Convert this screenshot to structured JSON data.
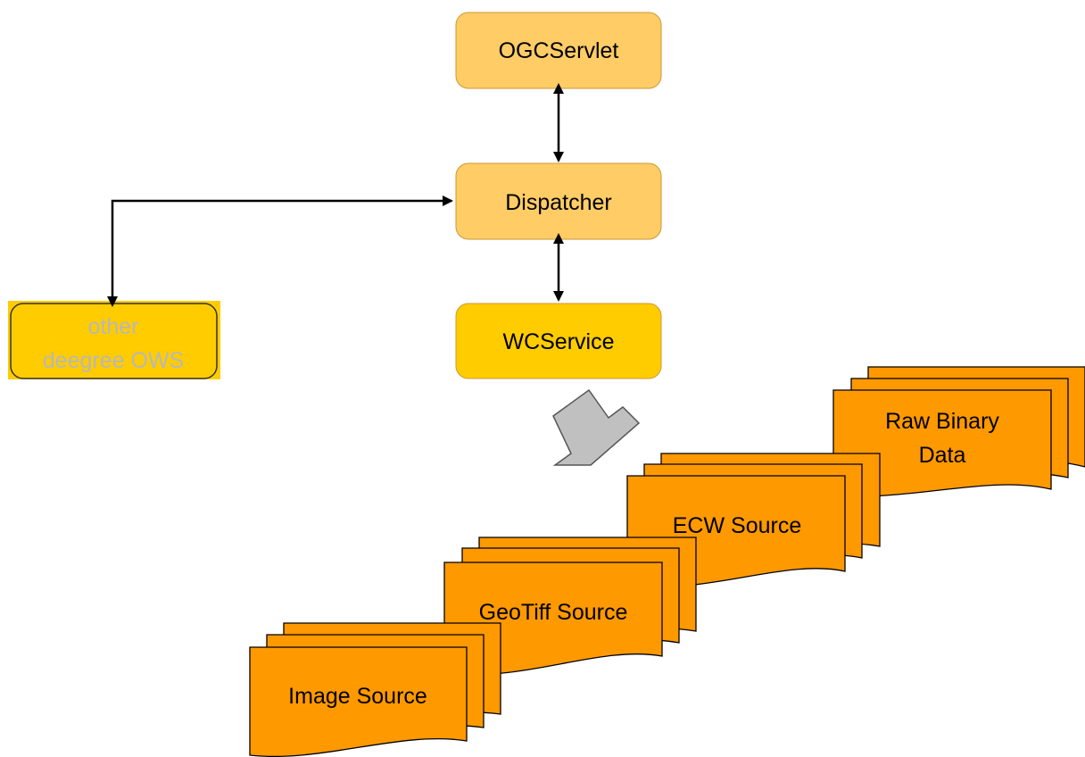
{
  "diagram": {
    "nodes": {
      "ogc_servlet": {
        "label": "OGCServlet"
      },
      "dispatcher": {
        "label": "Dispatcher"
      },
      "wc_service": {
        "label": "WCService"
      },
      "other_ows": {
        "label_line1": "other",
        "label_line2": "deegree OWS"
      }
    },
    "sources": {
      "raw_binary": {
        "label_line1": "Raw Binary",
        "label_line2": "Data"
      },
      "ecw": {
        "label": "ECW Source"
      },
      "geotiff": {
        "label": "GeoTiff Source"
      },
      "image": {
        "label": "Image Source"
      }
    },
    "colors": {
      "service_box": "#FFCC66",
      "wcservice_box": "#FFCC00",
      "other_ows_box": "#FFCC00",
      "document_fill": "#FF9900",
      "arrow_gray": "#C0C0C0",
      "line": "#000000"
    }
  }
}
